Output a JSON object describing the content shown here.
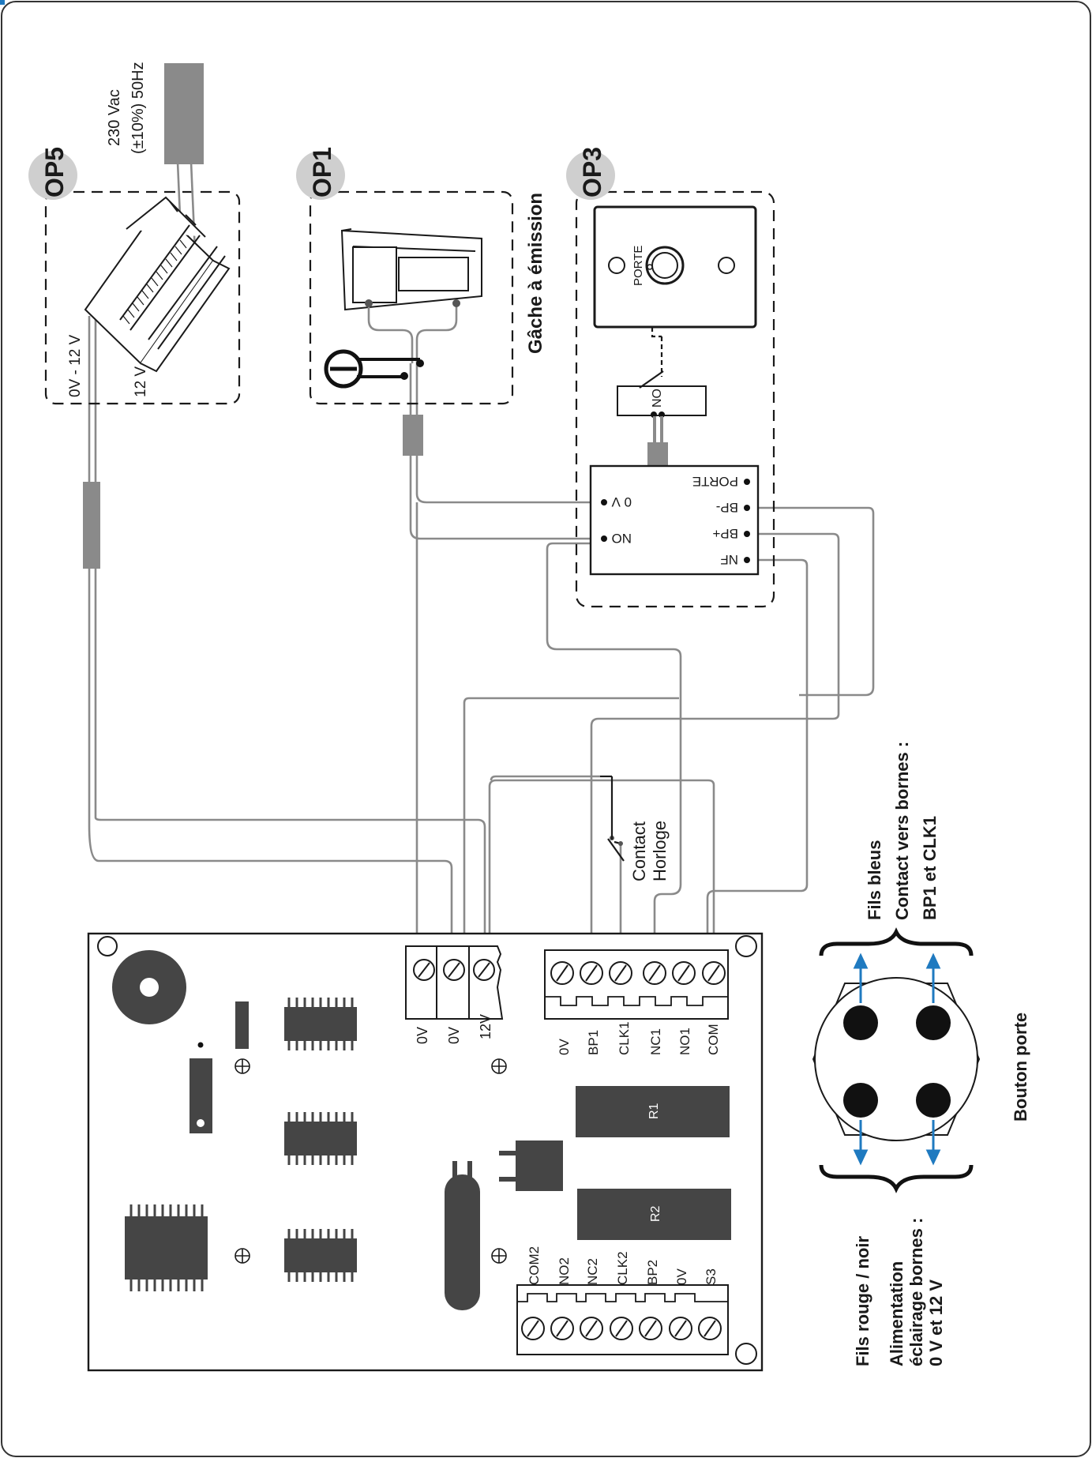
{
  "power_supply": {
    "badge": "OP5",
    "mains_label_line1": "230 Vac",
    "mains_label_line2": "(±10%) 50Hz",
    "output_label": "0V - 12 V",
    "output_label_2": "12 V"
  },
  "strike": {
    "badge": "OP1",
    "title": "Gâche à émission"
  },
  "door_button": {
    "badge": "OP3",
    "plate_label": "PORTE",
    "contact_label": "NO",
    "terminals": [
      "PORTE",
      "BP-",
      "BP+",
      "NF"
    ],
    "left_terminals": [
      "0 V",
      "NO"
    ]
  },
  "clock": {
    "line1": "Contact",
    "line2": "Horloge"
  },
  "board": {
    "power_terminals": [
      "0V",
      "0V",
      "12V"
    ],
    "relay_terminals": [
      "0V",
      "BP1",
      "CLK1",
      "NC1",
      "NO1",
      "COM"
    ],
    "bottom_terminals": [
      "COM2",
      "NO2",
      "NC2",
      "CLK2",
      "BP2",
      "0V",
      "S3"
    ],
    "relay1": "R1",
    "relay2": "R2"
  },
  "legend": {
    "blue_title": "Fils bleus",
    "blue_line1": "Contact vers bornes :",
    "blue_line2": "BP1 et CLK1",
    "red_title": "Fils rouge / noir",
    "red_line1": "Alimentation",
    "red_line2": "éclairage bornes :",
    "red_line3": "0 V et 12 V",
    "button_caption": "Bouton porte"
  },
  "colors": {
    "wire": "#8a8a8a",
    "chip": "#454545",
    "badge": "#cfcfcf",
    "arrow": "#1f7ac0"
  }
}
